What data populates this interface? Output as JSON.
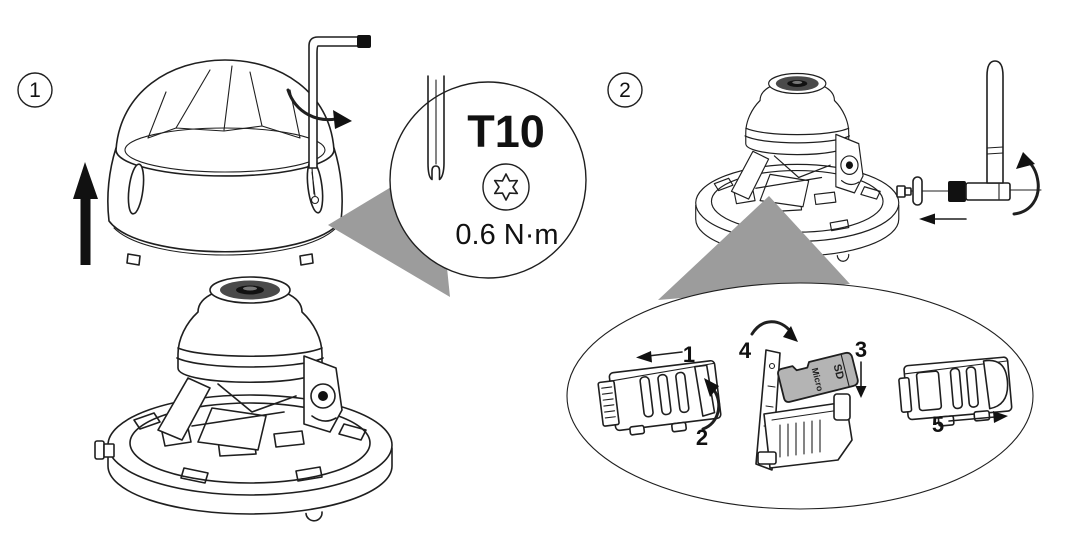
{
  "theme": {
    "bg": "#ffffff",
    "line": "#1f1f1f",
    "ink": "#111111",
    "gray": "#9c9c9c",
    "card-gray": "#b4b4b4",
    "lens-dark": "#4a4a4a"
  },
  "step1": {
    "badge": "1",
    "callout": {
      "tool": "T10",
      "torque": "0.6 N·m"
    }
  },
  "step2": {
    "badge": "2",
    "sd": {
      "labels": [
        "1",
        "2",
        "3",
        "4",
        "5"
      ],
      "card": {
        "line1": "Micro",
        "line2": "SD"
      }
    }
  }
}
